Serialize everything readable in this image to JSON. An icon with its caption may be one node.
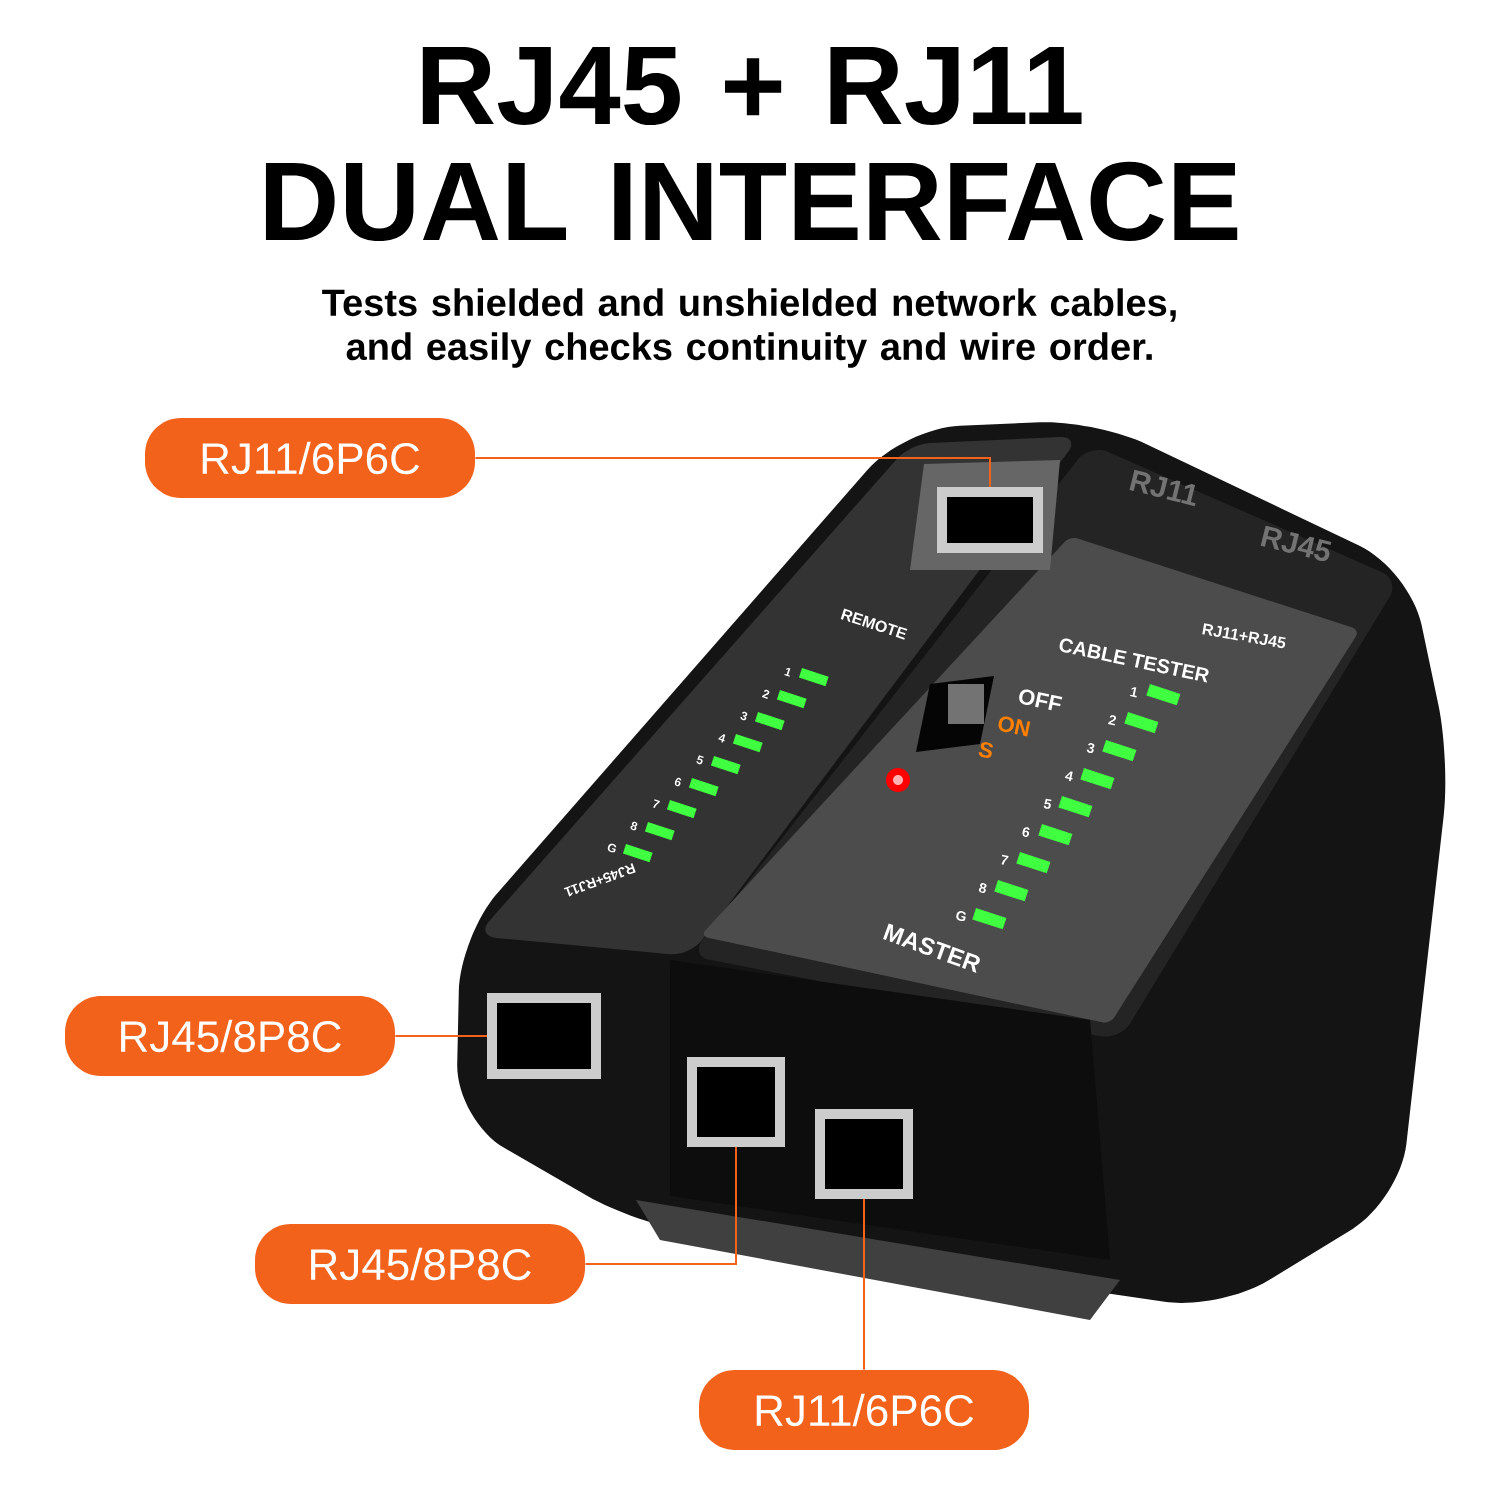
{
  "diagram": {
    "title": "RJ45 + RJ11 DUAL INTERFACE",
    "nodes": [
      {
        "text": [
          "RJ11/6P6C"
        ]
      },
      {
        "text": [
          "RJ45/8P8C"
        ]
      },
      {
        "text": [
          "RJ45/8P8C"
        ]
      },
      {
        "text": [
          "RJ11/6P6C"
        ]
      },
      {
        "text": [],
        "shape": "box"
      },
      {
        "text": [],
        "shape": "box"
      },
      {
        "text": [],
        "shape": "box"
      },
      {
        "text": [],
        "shape": "box"
      }
    ],
    "edges": [
      {
        "from": 0,
        "to": 4,
        "arrow": "none"
      },
      {
        "from": 1,
        "to": 5,
        "arrow": "none"
      },
      {
        "from": 2,
        "to": 6,
        "arrow": "none"
      },
      {
        "from": 3,
        "to": 7,
        "arrow": "none"
      }
    ],
    "labels": [
      "Tests shielded and unshielded network cables, and easily checks continuity and wire order.",
      "RJ11",
      "RJ45",
      "REMOTE",
      "RJ11+RJ45",
      "CABLE TESTER",
      "OFF",
      "ON",
      "S",
      "1",
      "2",
      "3",
      "4",
      "5",
      "6",
      "7",
      "8",
      "G",
      "1",
      "2",
      "3",
      "4",
      "5",
      "6",
      "7",
      "8",
      "G",
      "RJ45+RJ11",
      "MASTER"
    ]
  }
}
